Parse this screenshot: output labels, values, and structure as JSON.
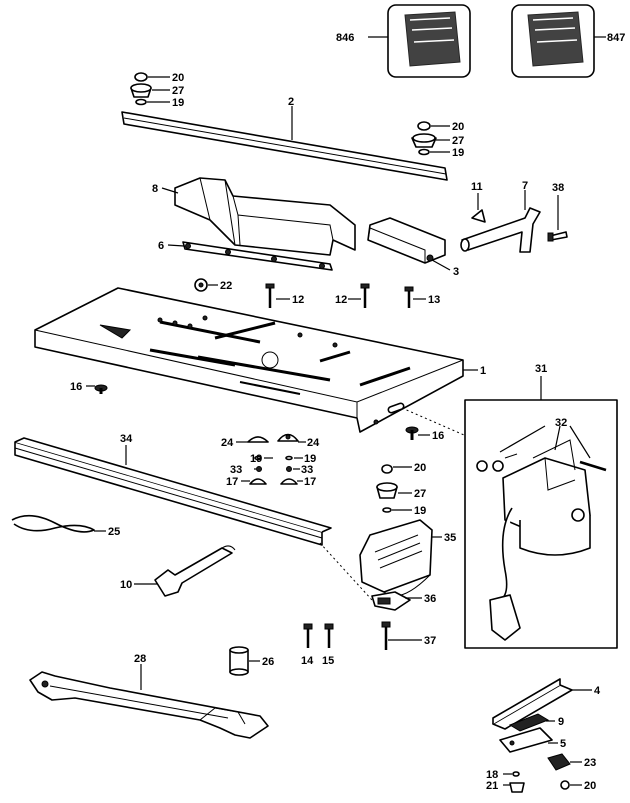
{
  "labels": {
    "p846": "846",
    "p847": "847",
    "p20a": "20",
    "p27a": "27",
    "p19a": "19",
    "p2": "2",
    "p20b": "20",
    "p27b": "27",
    "p19b": "19",
    "p11": "11",
    "p7": "7",
    "p38": "38",
    "p8": "8",
    "p6": "6",
    "p3": "3",
    "p22": "22",
    "p12a": "12",
    "p12b": "12",
    "p13": "13",
    "p1": "1",
    "p16a": "16",
    "p16b": "16",
    "p31": "31",
    "p32": "32",
    "p34": "34",
    "p24a": "24",
    "p24b": "24",
    "p19c": "19",
    "p19d": "19",
    "p33a": "33",
    "p33b": "33",
    "p17a": "17",
    "p17b": "17",
    "p20c": "20",
    "p27c": "27",
    "p19e": "19",
    "p25": "25",
    "p35": "35",
    "p10": "10",
    "p36": "36",
    "p14": "14",
    "p15": "15",
    "p37": "37",
    "p28": "28",
    "p26": "26",
    "p4": "4",
    "p9": "9",
    "p5": "5",
    "p23": "23",
    "p18": "18",
    "p21": "21",
    "p20d": "20"
  }
}
